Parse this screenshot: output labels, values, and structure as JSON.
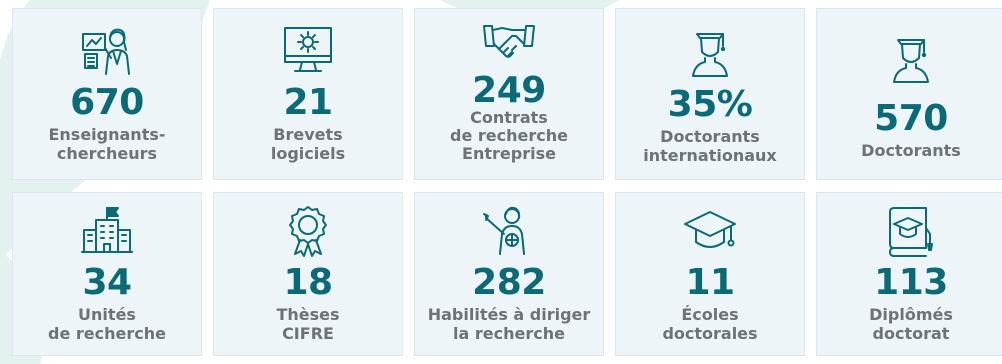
{
  "colors": {
    "accent": "#0a6a77",
    "label": "#6f7275",
    "card_bg": "#eef5f9",
    "background_shape": "#e3f1ef"
  },
  "stats": [
    {
      "value": "670",
      "label": "Enseignants-\nchercheurs",
      "icon": "teacher-researcher-icon"
    },
    {
      "value": "21",
      "label": "Brevets\nlogiciels",
      "icon": "monitor-gear-icon"
    },
    {
      "value": "249",
      "label": "Contrats\nde recherche\nEntreprise",
      "icon": "handshake-icon"
    },
    {
      "value": "35%",
      "label": "Doctorants\ninternationaux",
      "icon": "graduate-icon"
    },
    {
      "value": "570",
      "label": "Doctorants",
      "icon": "graduate-icon"
    },
    {
      "value": "34",
      "label": "Unités\nde recherche",
      "icon": "building-flag-icon"
    },
    {
      "value": "18",
      "label": "Thèses\nCIFRE",
      "icon": "award-ribbon-icon"
    },
    {
      "value": "282",
      "label": "Habilités à diriger\nla recherche",
      "icon": "lecturer-globe-icon"
    },
    {
      "value": "11",
      "label": "Écoles\ndoctorales",
      "icon": "mortarboard-icon"
    },
    {
      "value": "113",
      "label": "Diplômés\ndoctorat",
      "icon": "diploma-book-icon"
    }
  ]
}
